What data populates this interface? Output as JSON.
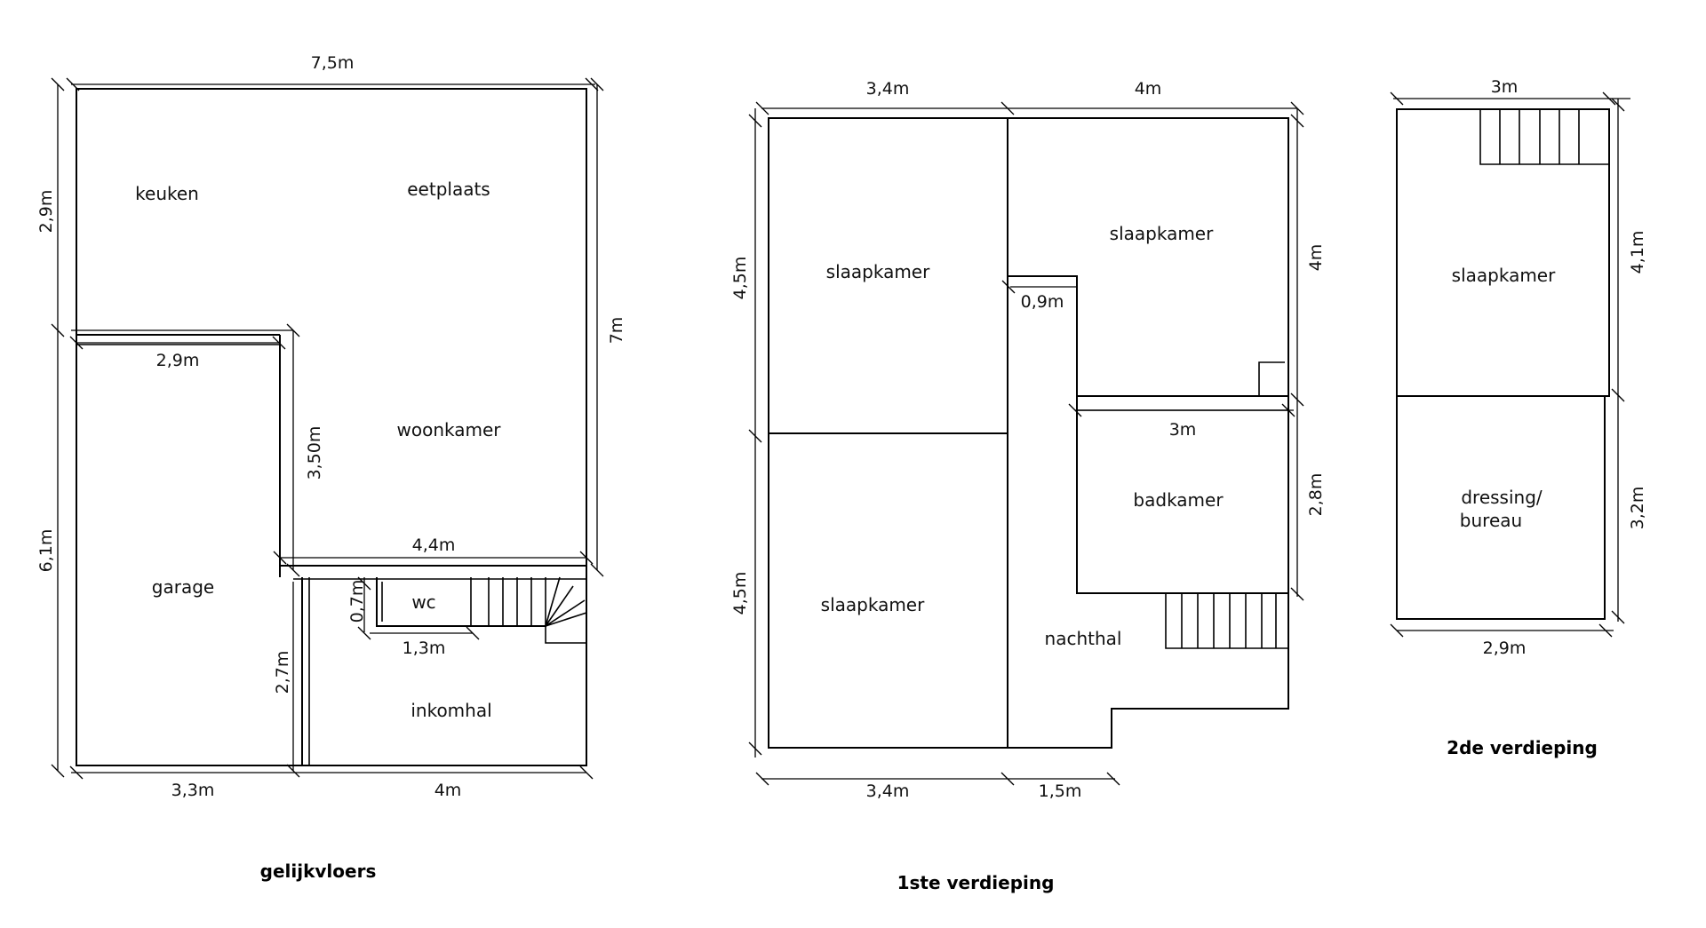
{
  "floors": {
    "ground": {
      "title": "gelijkvloers",
      "rooms": {
        "keuken": "keuken",
        "eetplaats": "eetplaats",
        "woonkamer": "woonkamer",
        "garage": "garage",
        "wc": "wc",
        "inkomhal": "inkomhal"
      },
      "dims": {
        "top_width": "7,5m",
        "left_upper": "2,9m",
        "left_lower": "6,1m",
        "right_height": "7m",
        "garage_width": "2,9m",
        "woonkamer_depth": "3,50m",
        "hall_width": "4,4m",
        "wc_depth": "0,7m",
        "wc_width": "1,3m",
        "inkom_depth": "2,7m",
        "bottom_left": "3,3m",
        "bottom_right": "4m"
      }
    },
    "first": {
      "title": "1ste verdieping",
      "rooms": {
        "bed_top_left": "slaapkamer",
        "bed_top_right": "slaapkamer",
        "bed_bottom_left": "slaapkamer",
        "bathroom": "badkamer",
        "night_hall": "nachthal"
      },
      "dims": {
        "top_left": "3,4m",
        "top_right": "4m",
        "left_upper": "4,5m",
        "left_lower": "4,5m",
        "right_upper": "4m",
        "right_lower": "2,8m",
        "niche": "0,9m",
        "bath_width": "3m",
        "bottom_left": "3,4m",
        "bottom_right": "1,5m"
      }
    },
    "second": {
      "title": "2de verdieping",
      "rooms": {
        "bedroom": "slaapkamer",
        "dressing_line1": "dressing/",
        "dressing_line2": "bureau"
      },
      "dims": {
        "top": "3m",
        "right_upper": "4,1m",
        "right_lower": "3,2m",
        "bottom": "2,9m"
      }
    }
  }
}
